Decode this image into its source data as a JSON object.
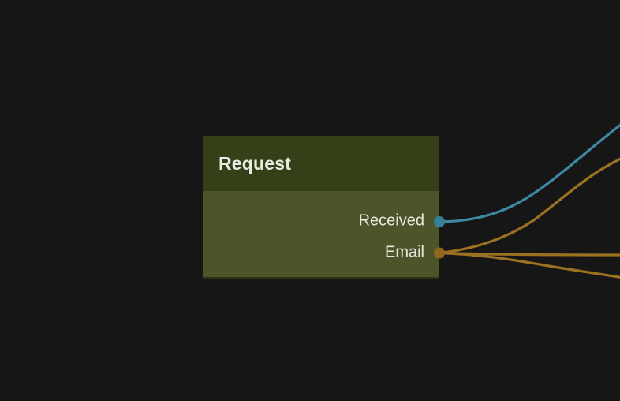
{
  "canvas": {
    "background": "#161617"
  },
  "node": {
    "title": "Request",
    "header_color": "#354018",
    "body_color": "#4c552a",
    "outputs": [
      {
        "label": "Received",
        "port_color": "#37809c",
        "wire_color": "#3e88a4"
      },
      {
        "label": "Email",
        "port_color": "#8e671c",
        "wire_color": "#9c7220"
      }
    ]
  },
  "wires": [
    {
      "source": "Received",
      "color": "#3e88a4"
    },
    {
      "source": "Email",
      "color": "#9c7220"
    },
    {
      "source": "Email",
      "color": "#9c7220"
    },
    {
      "source": "Email",
      "color": "#9c7220"
    }
  ]
}
